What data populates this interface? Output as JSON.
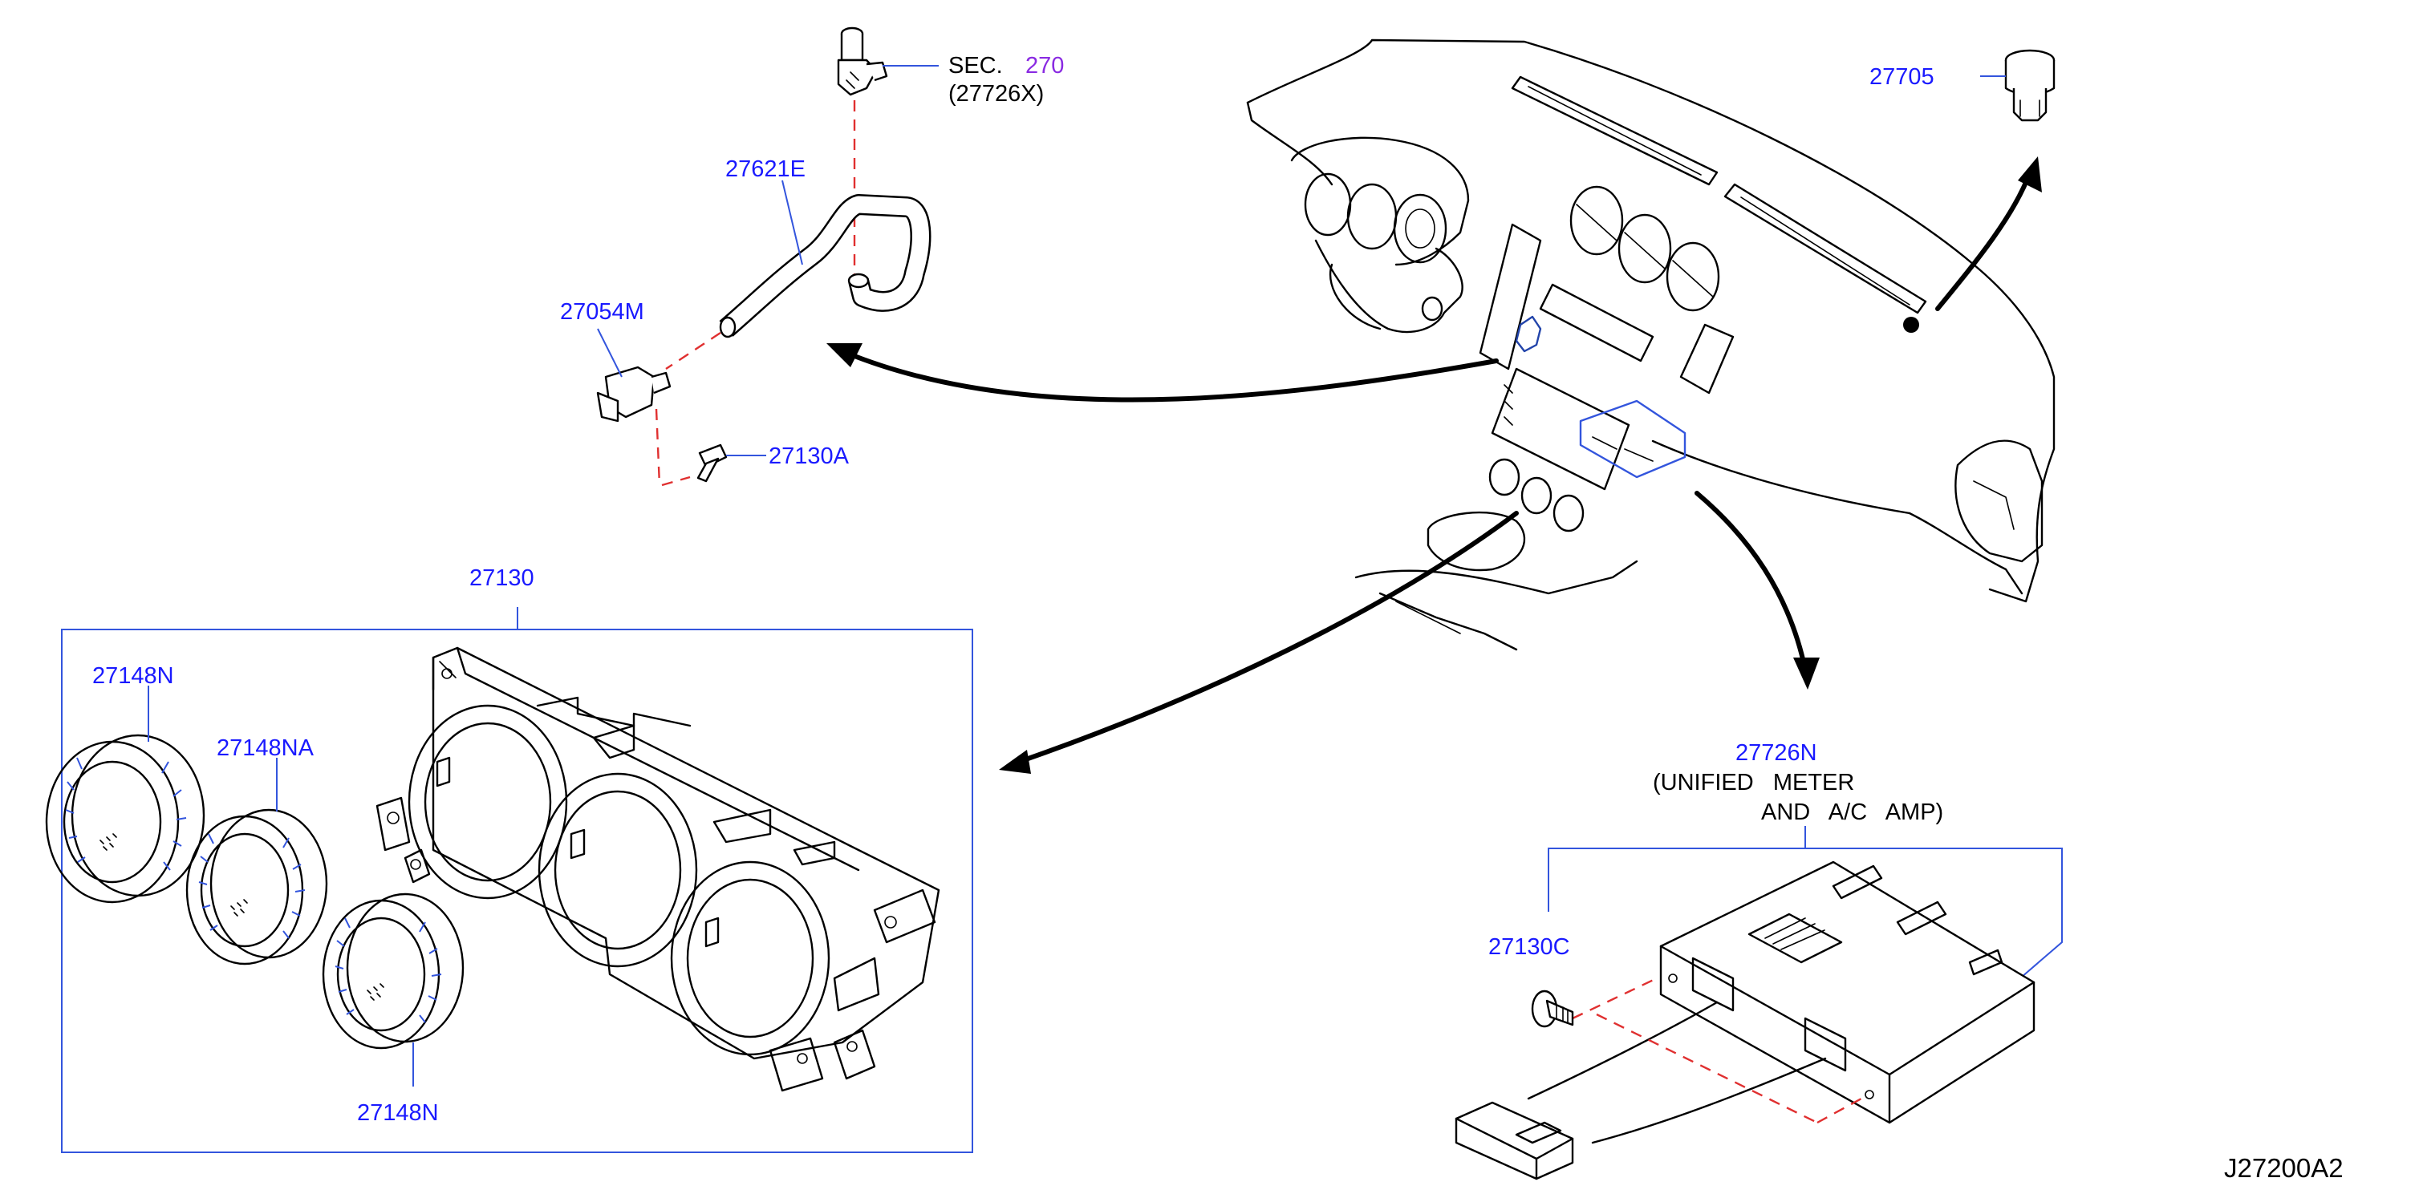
{
  "labels": {
    "sec_text": "SEC.",
    "sec_num": "270",
    "sec_sub": "(27726X)",
    "p27621E": "27621E",
    "p27054M": "27054M",
    "p27130A": "27130A",
    "p27705": "27705",
    "p27130": "27130",
    "p27148N_top": "27148N",
    "p27148NA": "27148NA",
    "p27148N_bottom": "27148N",
    "p27726N": "27726N",
    "p27726N_desc1": "(UNIFIED   METER",
    "p27726N_desc2": "AND   A/C   AMP)",
    "p27130C": "27130C"
  },
  "reference_code": "J27200A2",
  "colors": {
    "label_blue": "#1a1aff",
    "section_purple": "#8a2be2",
    "leader_blue": "#3355dd",
    "dash_red": "#e03030",
    "line_black": "#000000"
  }
}
